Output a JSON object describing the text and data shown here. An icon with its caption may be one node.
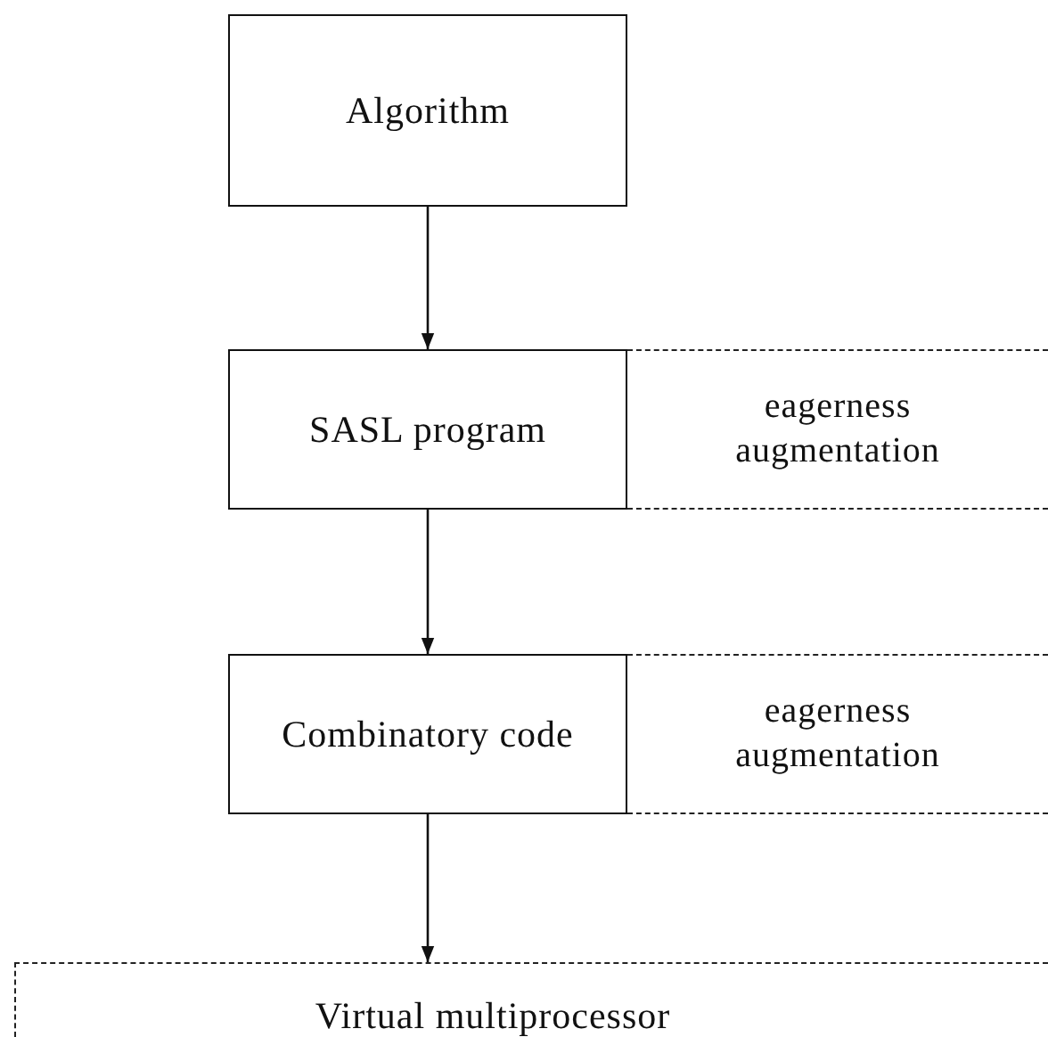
{
  "diagram": {
    "nodes": [
      {
        "text": [
          "Algorithm"
        ]
      },
      {
        "text": [
          "SASL program"
        ]
      },
      {
        "text": [
          "eagerness augmentation"
        ]
      },
      {
        "text": [
          "Combinatory code"
        ]
      },
      {
        "text": [
          "eagerness augmentation"
        ]
      },
      {
        "text": [
          "Virtual multiprocessor"
        ]
      }
    ],
    "edges": [
      {
        "from": 0,
        "to": 1,
        "arrow": "to"
      },
      {
        "from": 1,
        "to": 3,
        "arrow": "to"
      },
      {
        "from": 3,
        "to": 5,
        "arrow": "to"
      }
    ]
  }
}
